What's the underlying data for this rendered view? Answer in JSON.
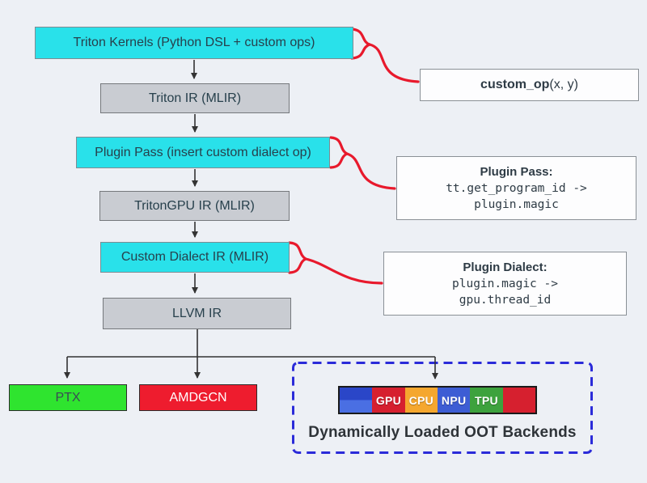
{
  "diagram": {
    "pipeline": [
      {
        "label": "Triton Kernels (Python DSL + custom ops)"
      },
      {
        "label": "Triton IR (MLIR)"
      },
      {
        "label": "Plugin Pass (insert custom dialect op)"
      },
      {
        "label": "TritonGPU IR (MLIR)"
      },
      {
        "label": "Custom Dialect IR (MLIR)"
      },
      {
        "label": "LLVM IR"
      }
    ],
    "backends": {
      "ptx": "PTX",
      "amdgcn": "AMDGCN"
    },
    "oot": {
      "title": "Dynamically Loaded OOT Backends",
      "chips": [
        "GPU",
        "CPU",
        "NPU",
        "TPU"
      ]
    },
    "callouts": {
      "custom_op": {
        "name": "custom_op",
        "args": "(x, y)"
      },
      "plugin_pass": {
        "title": "Plugin Pass:",
        "code_from": "tt.get_program_id ->",
        "code_to": "plugin.magic"
      },
      "plugin_dialect": {
        "title": "Plugin Dialect:",
        "code_from": "plugin.magic ->",
        "code_to": "gpu.thread_id"
      }
    },
    "colors": {
      "background": "#EDF0F5",
      "highlight_cyan": "#29E1EA",
      "stage_gray": "#C9CCD2",
      "ptx_green": "#2FE42F",
      "amdgcn_red": "#EE1C2E",
      "oot_dash_blue": "#2B2BD9",
      "connector_red": "#E8192C",
      "arrow_dark": "#333333",
      "chip_gpu_red": "#D6202F",
      "chip_cpu_orange": "#F5A72E",
      "chip_npu_blue": "#3D5DD4",
      "chip_tpu_green": "#3DA23D",
      "logo_blue_top": "#2A46C8",
      "logo_blue_bottom": "#4A6FE3"
    }
  }
}
